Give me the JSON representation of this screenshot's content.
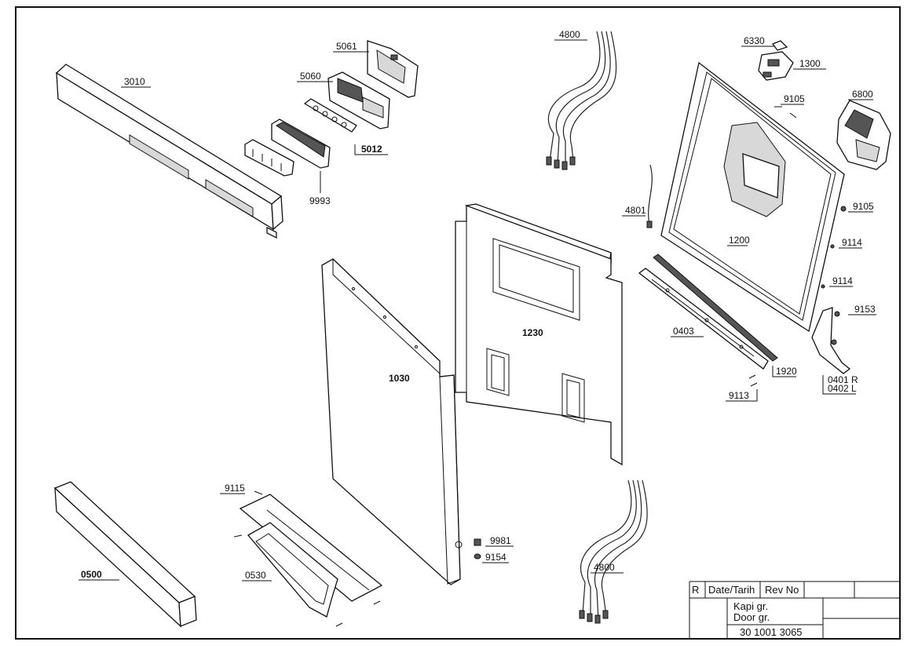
{
  "labels": {
    "p3010": "3010",
    "p5061": "5061",
    "p5060": "5060",
    "p5012": "5012",
    "p9993": "9993",
    "p4800a": "4800",
    "p4800b": "4800",
    "p4801": "4801",
    "p6330": "6330",
    "p1300": "1300",
    "p6800": "6800",
    "p9105a": "9105",
    "p9105b": "9105",
    "p1200": "1200",
    "p9114a": "9114",
    "p9114b": "9114",
    "p9153": "9153",
    "p0403": "0403",
    "p1920": "1920",
    "p0401": "0401 R",
    "p0402": "0402 L",
    "p9113": "9113",
    "p1230": "1230",
    "p1030": "1030",
    "p9115": "9115",
    "p0530": "0530",
    "p0500": "0500",
    "p9981": "9981",
    "p9154": "9154"
  },
  "title_block": {
    "r_header": "R",
    "date_header": "Date/Tarih",
    "rev_header": "Rev No",
    "name_tr": "Kapi gr.",
    "name_en": "Door gr.",
    "drawing_no": "30 1001 3065"
  }
}
